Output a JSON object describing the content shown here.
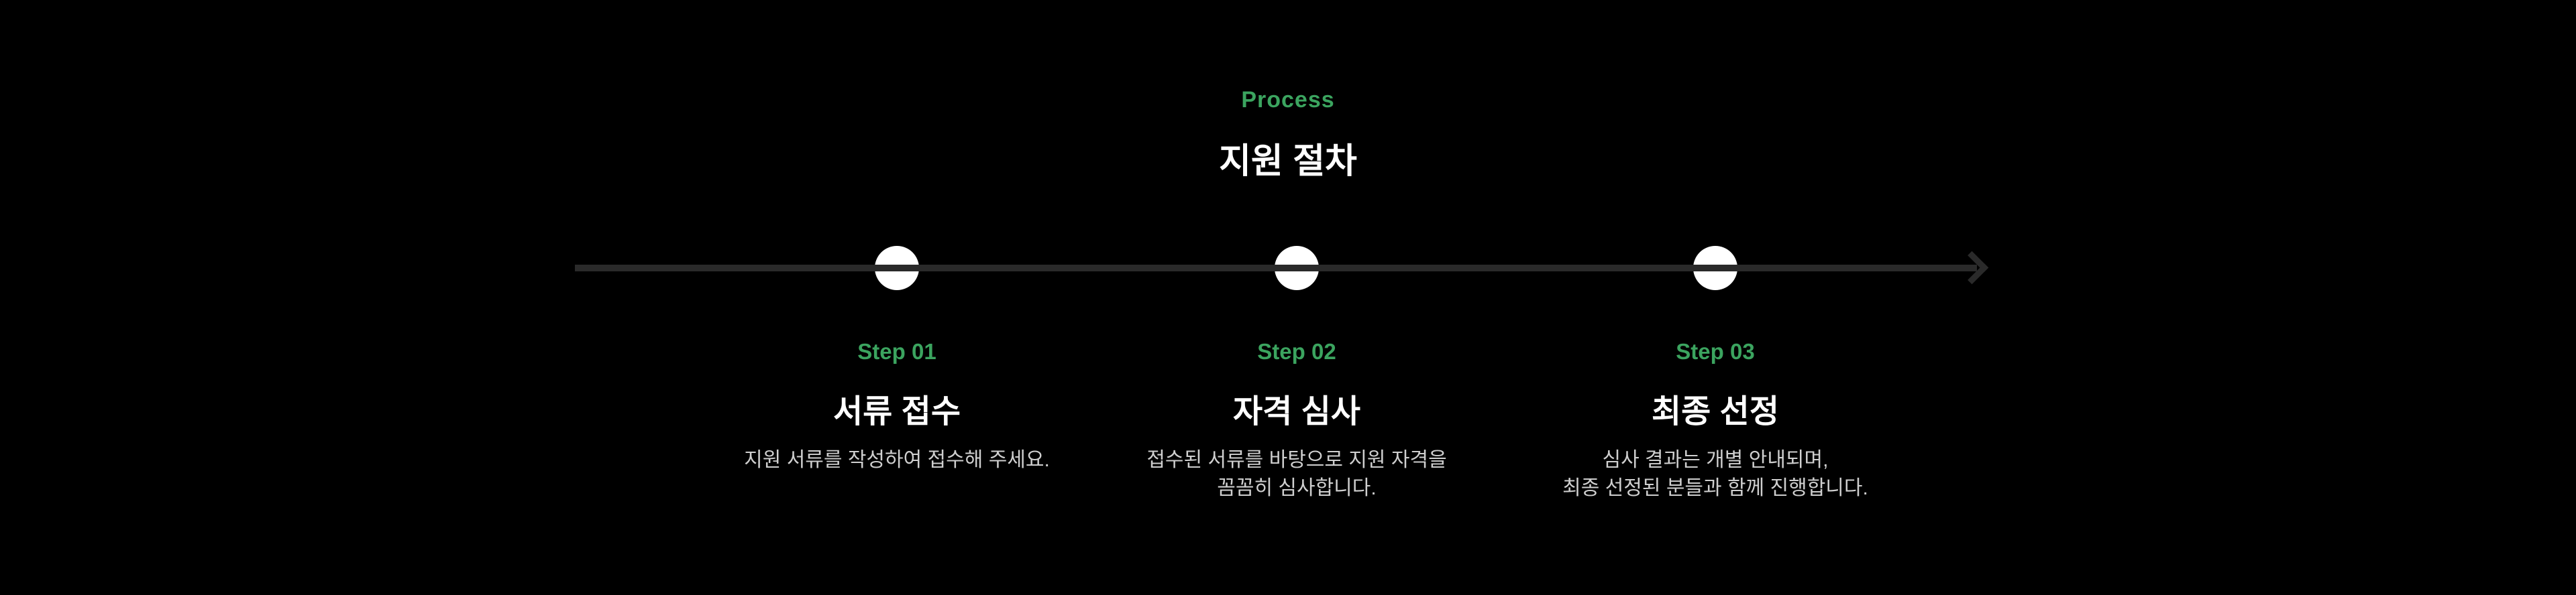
{
  "page": {
    "background_color": "#000000",
    "accent_color": "#3BA45F",
    "title_color": "#FFFFFF",
    "description_color": "#CFCFCF",
    "timeline_color": "#2A2A2A"
  },
  "header": {
    "eyebrow": "Process",
    "title": "지원 절차"
  },
  "timeline": {
    "node_count": 3,
    "arrow_icon": "arrow-right"
  },
  "steps": [
    {
      "label": "Step 01",
      "title": "서류 접수",
      "description": [
        "지원 서류를 작성하여 접수해 주세요."
      ]
    },
    {
      "label": "Step 02",
      "title": "자격 심사",
      "description": [
        "접수된 서류를 바탕으로 지원 자격을",
        "꼼꼼히 심사합니다."
      ]
    },
    {
      "label": "Step 03",
      "title": "최종 선정",
      "description": [
        "심사 결과는 개별 안내되며,",
        "최종 선정된 분들과 함께 진행합니다."
      ]
    }
  ]
}
